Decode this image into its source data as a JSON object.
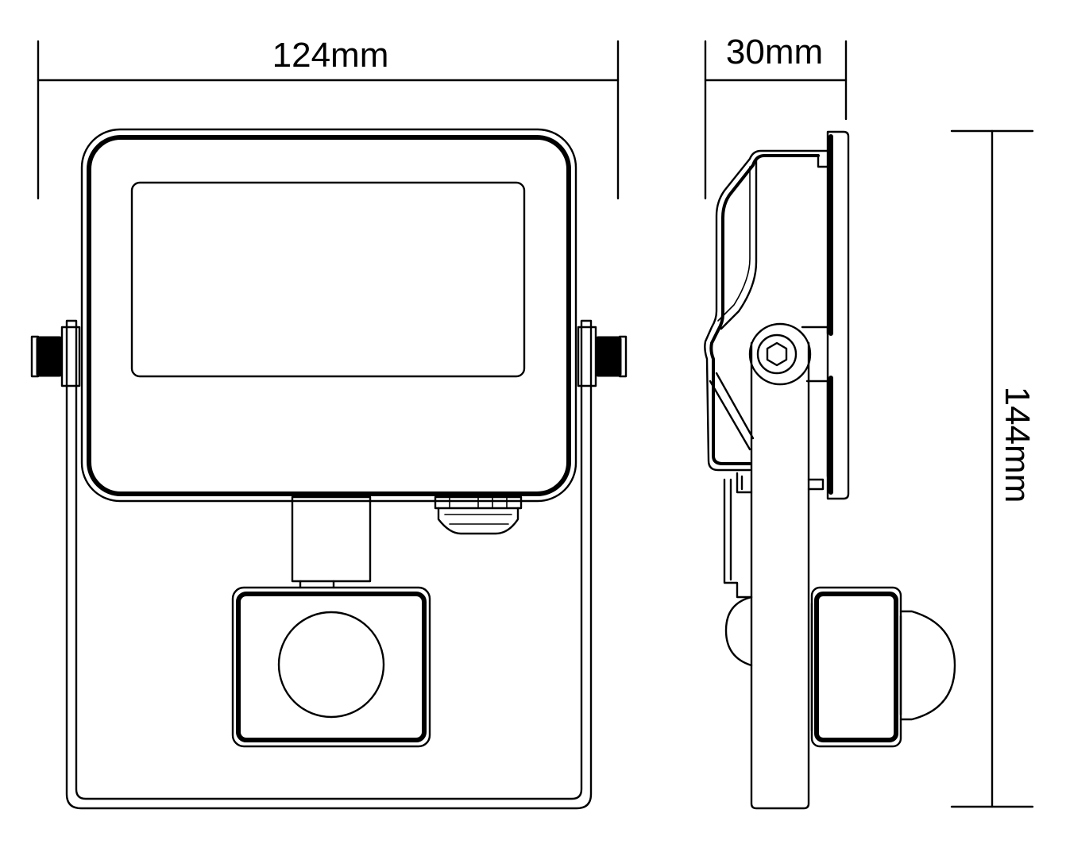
{
  "dimensions": {
    "width_label": "124mm",
    "depth_label": "30mm",
    "height_label": "144mm"
  },
  "colors": {
    "line": "#000000",
    "background": "#ffffff"
  }
}
